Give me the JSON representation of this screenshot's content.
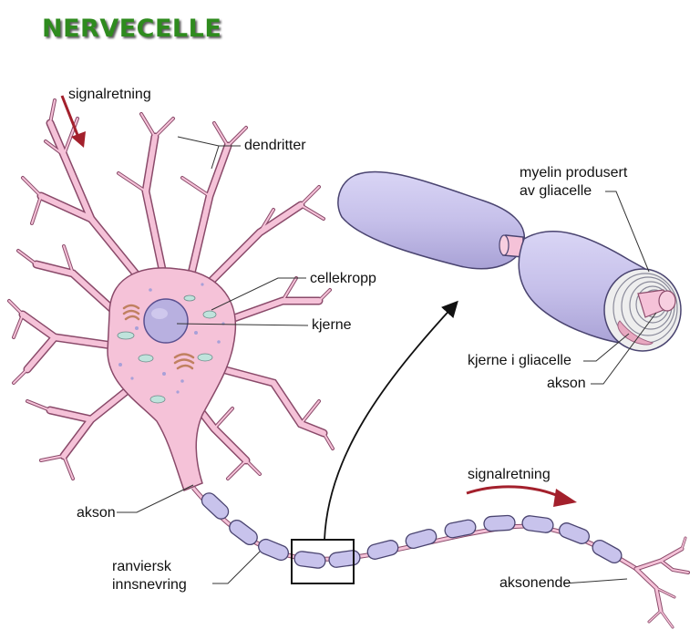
{
  "title": "NERVECELLE",
  "labels": {
    "signal_top": "signalretning",
    "dendrites": "dendritter",
    "cell_body": "cellekropp",
    "nucleus": "kjerne",
    "axon_left": "akson",
    "ranvier_1": "ranviersk",
    "ranvier_2": "innsnevring",
    "myelin_1": "myelin produsert",
    "myelin_2": "av gliacelle",
    "glia_nucleus": "kjerne i gliacelle",
    "axon_detail": "akson",
    "signal_right": "signalretning",
    "axon_terminal": "aksonende"
  },
  "colors": {
    "cell": "#f5c2d8",
    "cell_stroke": "#8a4a6a",
    "myelin": "#c8c3ec",
    "myelin_stroke": "#4a4470",
    "nucleus": "#b8b0e0",
    "organelle": "#bfe3dc",
    "golgi": "#e8b89a",
    "arrow": "#a3202c",
    "title": "#2e8b1e"
  }
}
